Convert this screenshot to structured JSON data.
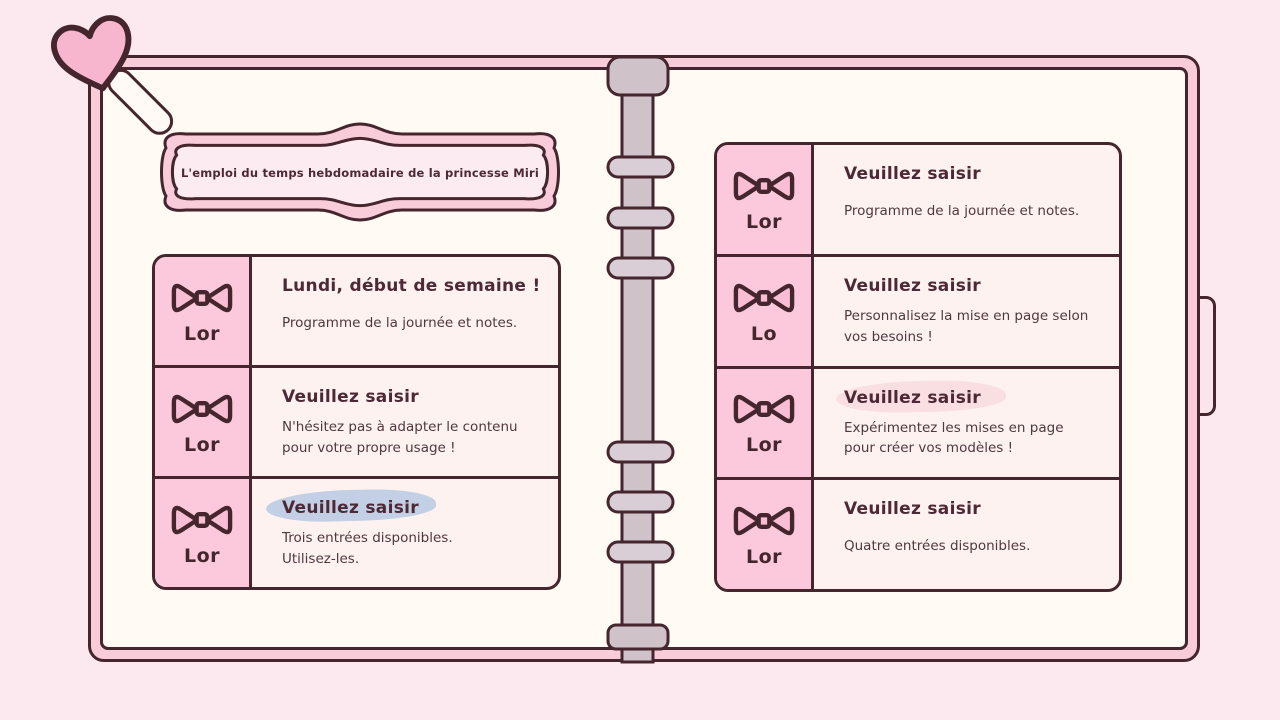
{
  "title": "L'emploi du temps hebdomadaire de la princesse Miri",
  "left_page": {
    "entries": [
      {
        "tab": "Lor",
        "heading": "Lundi, début de semaine !",
        "body": "Programme de la journée et notes.",
        "highlight": "none"
      },
      {
        "tab": "Lor",
        "heading": "Veuillez saisir",
        "body": "N'hésitez pas à adapter le contenu\npour votre propre usage !",
        "highlight": "none"
      },
      {
        "tab": "Lor",
        "heading": "Veuillez saisir",
        "body": "Trois entrées disponibles.\nUtilisez-les.",
        "highlight": "blue"
      }
    ]
  },
  "right_page": {
    "entries": [
      {
        "tab": "Lor",
        "heading": "Veuillez saisir",
        "body": "Programme de la journée et notes.",
        "highlight": "none"
      },
      {
        "tab": "Lo",
        "heading": "Veuillez saisir",
        "body": "Personnalisez la mise en page selon\nvos besoins !",
        "highlight": "none"
      },
      {
        "tab": "Lor",
        "heading": "Veuillez saisir",
        "body": "Expérimentez les mises en page\npour créer vos modèles !",
        "highlight": "pink"
      },
      {
        "tab": "Lor",
        "heading": "Veuillez saisir",
        "body": "Quatre entrées disponibles.",
        "highlight": "none"
      }
    ]
  },
  "icons": {
    "tab_icon": "bow-icon",
    "corner_decoration": "heart-pushpin-icon"
  },
  "colors": {
    "background": "#fce9f0",
    "cover_pink": "#f9ccd9",
    "outline_dark": "#45262e",
    "page_cream": "#fffaf4",
    "card_body": "#fdf2ef",
    "tab_pink": "#fbc9db",
    "spine_gray": "#cfc2c8",
    "ring_gray": "#d9ced5",
    "heart_pink": "#f8b6ce",
    "highlight_blue": "#c2cfe4",
    "highlight_pink": "#f9dee2"
  }
}
